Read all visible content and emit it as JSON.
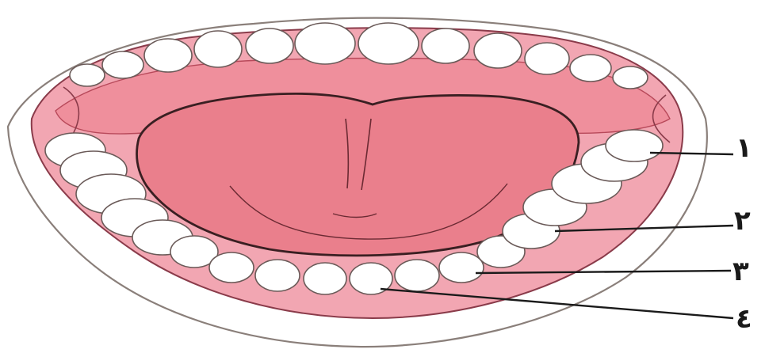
{
  "labels": [
    "١",
    "٢",
    "٣",
    "٤"
  ],
  "colors": {
    "skin_outline": "#8a7f7a",
    "gum": "#f2a6b2",
    "palate": "#ef8f9c",
    "tongue": "#ea7f8c",
    "tooth": "#ffffff",
    "tooth_outline": "#6a5a58",
    "leader_line": "#1a1a1a"
  }
}
